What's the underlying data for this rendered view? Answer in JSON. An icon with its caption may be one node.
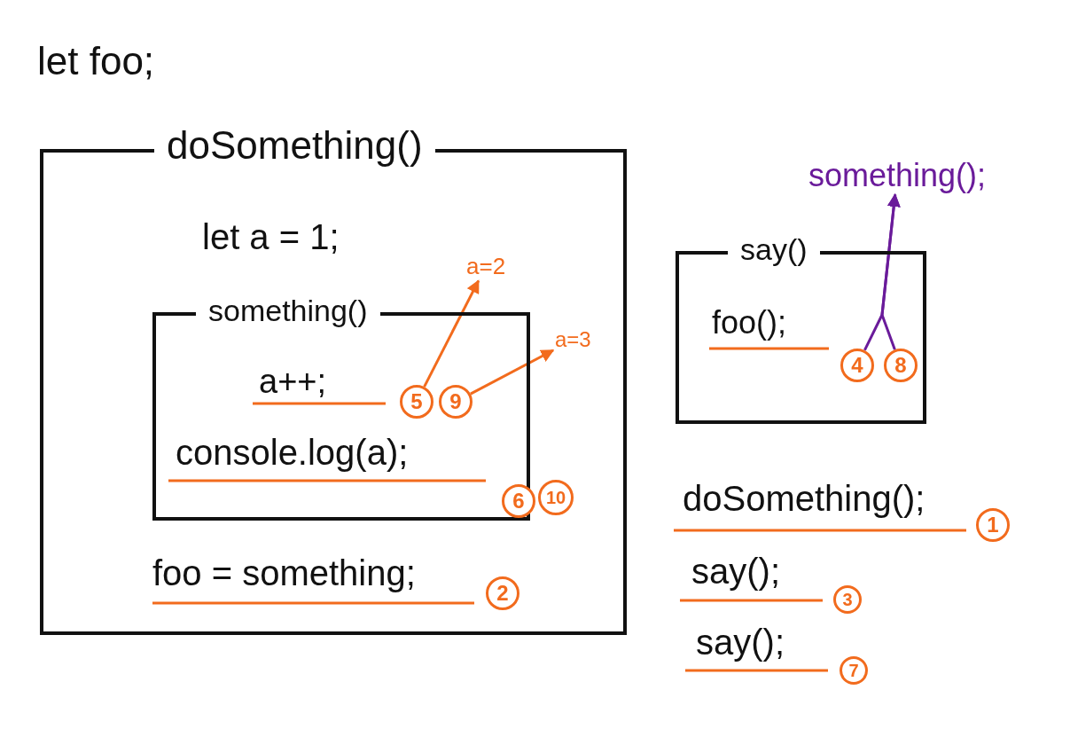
{
  "diagram": {
    "nodes": [
      {
        "text": [
          "doSomething()"
        ]
      },
      {
        "text": [
          "something()"
        ],
        "in": 0
      },
      {
        "text": [
          "5"
        ],
        "in": 1
      },
      {
        "text": [
          "9"
        ],
        "in": 1
      },
      {
        "text": [
          "6"
        ],
        "in": 1
      },
      {
        "text": [
          "10"
        ],
        "in": 0
      },
      {
        "text": [
          "2"
        ],
        "in": 0
      },
      {
        "text": [
          "a=2"
        ],
        "in": 0
      },
      {
        "text": [
          "a=3"
        ],
        "in": 0
      },
      {
        "text": [
          "say()"
        ]
      },
      {
        "text": [
          "4"
        ],
        "in": 9
      },
      {
        "text": [
          "8"
        ],
        "in": 9
      },
      {
        "text": [
          "something();"
        ]
      },
      {
        "text": [
          "1"
        ]
      },
      {
        "text": [
          "3"
        ]
      },
      {
        "text": [
          "7"
        ]
      }
    ],
    "edges": [
      {
        "from": 2,
        "to": 7,
        "arrow": "to"
      },
      {
        "from": 3,
        "to": 8,
        "arrow": "to"
      },
      {
        "from": 10,
        "to": 12,
        "arrow": "to",
        "color": "#6a1b9a"
      },
      {
        "from": 11,
        "to": 12,
        "arrow": "to",
        "color": "#6a1b9a"
      }
    ],
    "labels": [
      "let foo;",
      "let a = 1;",
      "a++;",
      "console.log(a);",
      "foo = something;",
      "foo();",
      "doSomething();",
      "say();",
      "say();"
    ]
  }
}
